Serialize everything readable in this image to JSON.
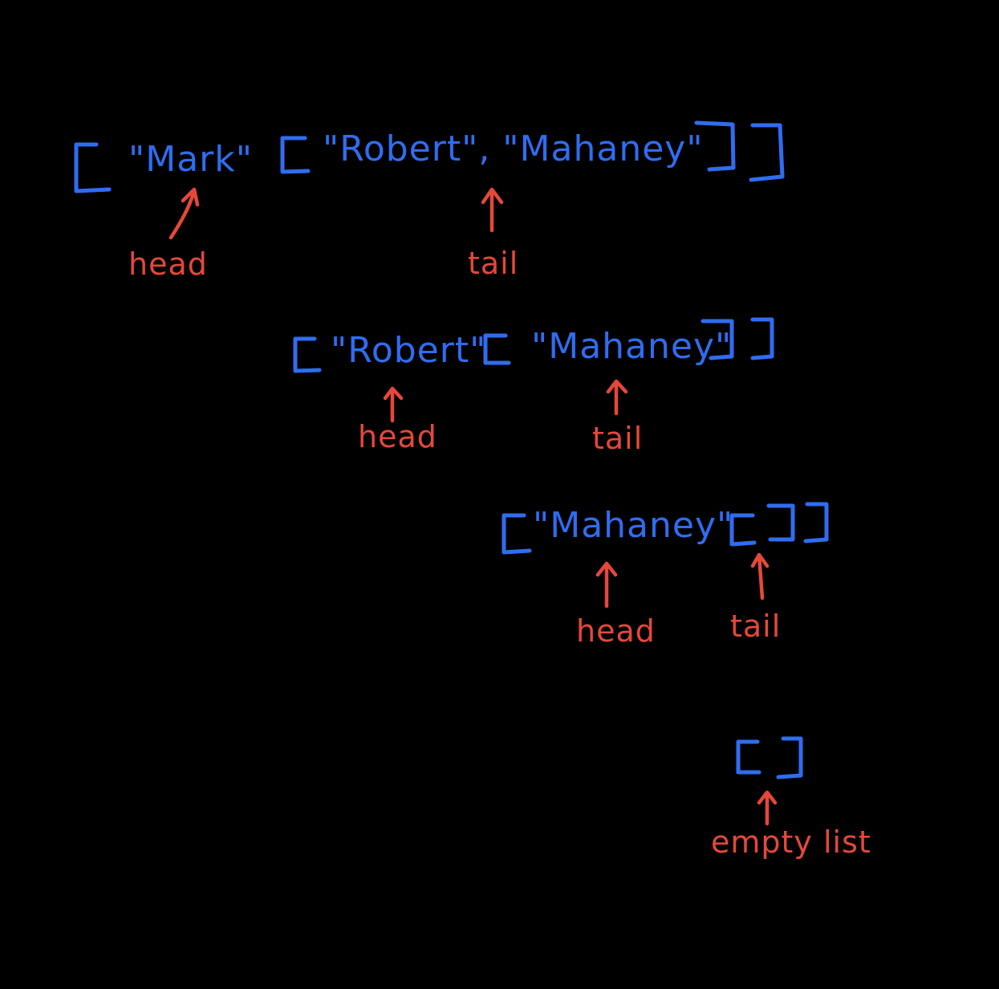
{
  "colors": {
    "background": "#000000",
    "list_ink": "#2f6df0",
    "annotation_ink": "#e5483a"
  },
  "rows": [
    {
      "head_item": "\"Mark\"",
      "tail_items": "\"Robert\", \"Mahaney\"",
      "head_label": "head",
      "tail_label": "tail"
    },
    {
      "head_item": "\"Robert\"",
      "tail_items": "\"Mahaney\"",
      "head_label": "head",
      "tail_label": "tail"
    },
    {
      "head_item": "\"Mahaney\"",
      "tail_items": "",
      "head_label": "head",
      "tail_label": "tail"
    }
  ],
  "empty": {
    "label": "empty list"
  }
}
